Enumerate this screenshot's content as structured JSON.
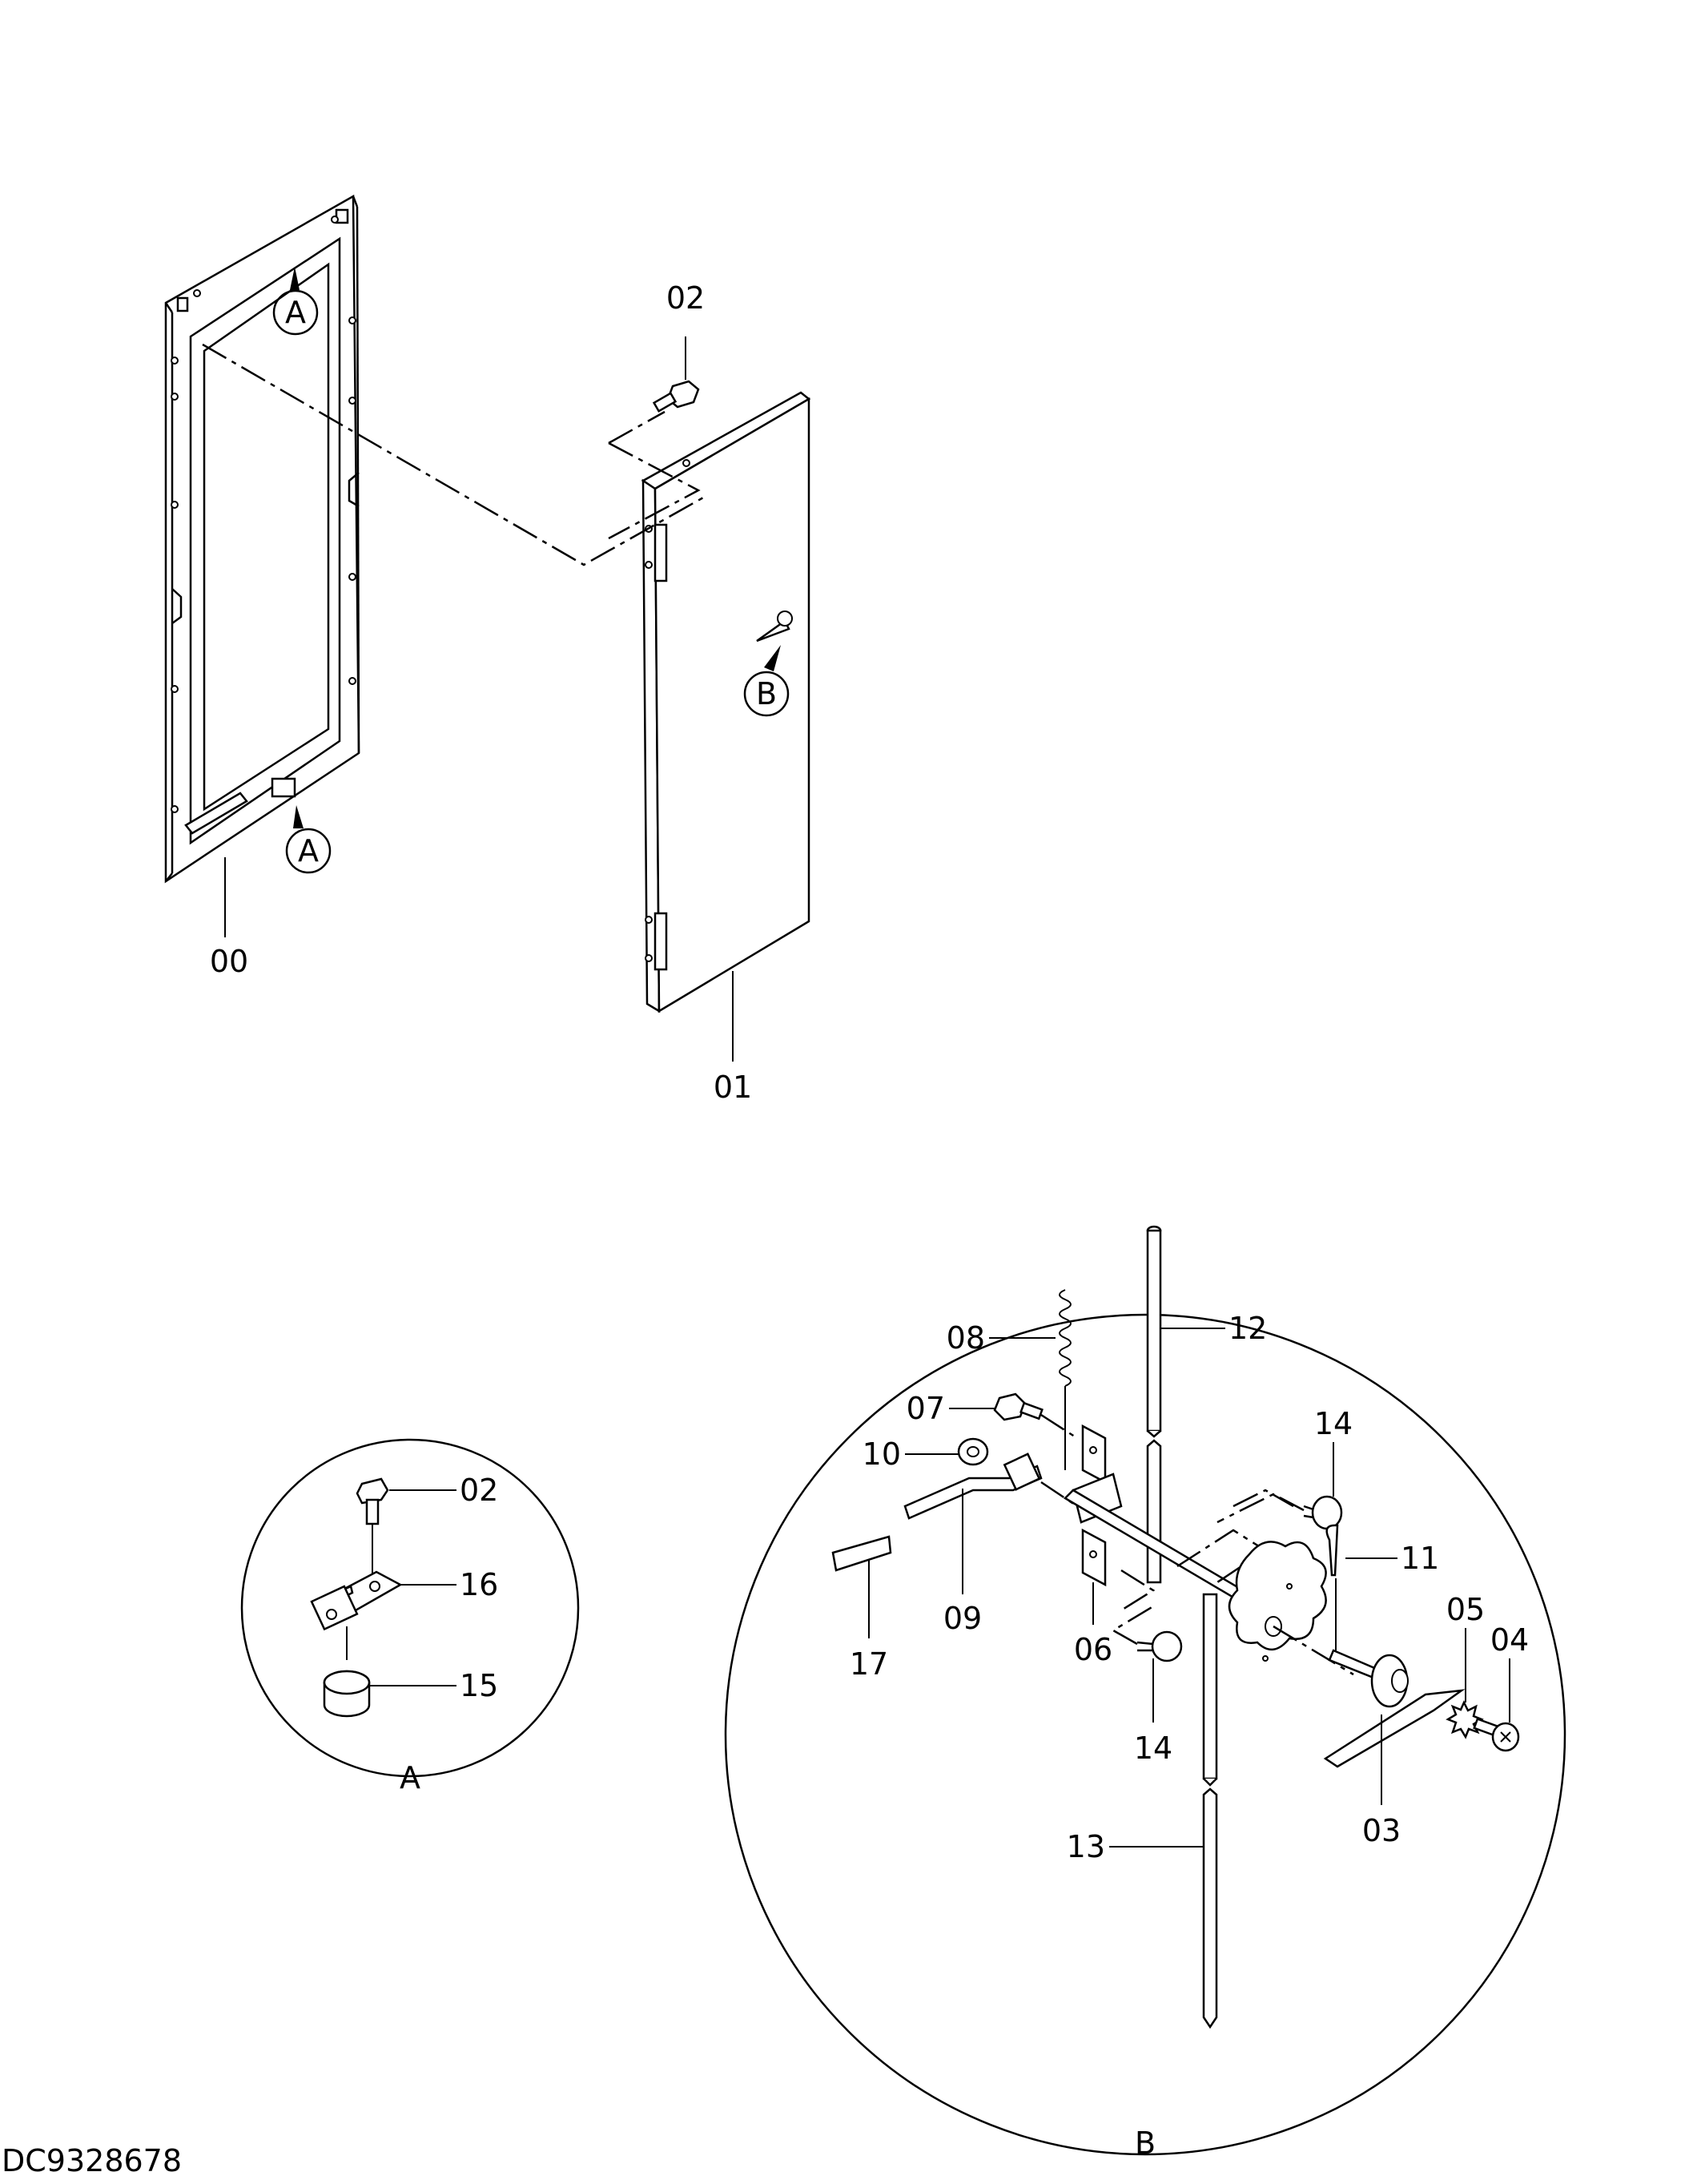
{
  "drawing_id": "DC9328678",
  "callouts": {
    "A": "A",
    "B": "B"
  },
  "parts": {
    "p00": "00",
    "p01": "01",
    "p02_door": "02",
    "p02_detail": "02",
    "p03": "03",
    "p04": "04",
    "p05": "05",
    "p06": "06",
    "p07": "07",
    "p08": "08",
    "p09": "09",
    "p10": "10",
    "p11": "11",
    "p12": "12",
    "p13": "13",
    "p14_upper": "14",
    "p14_lower": "14",
    "p15": "15",
    "p16": "16",
    "p17": "17"
  },
  "details": {
    "A_label": "A",
    "B_label": "B"
  }
}
